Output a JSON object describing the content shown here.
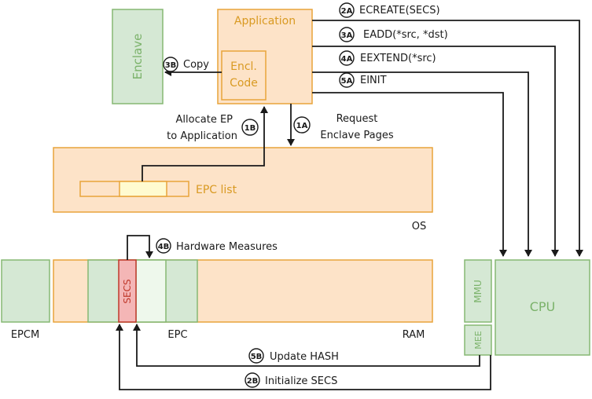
{
  "labels": {
    "application": "Application",
    "enclave": "Enclave",
    "encl_code_1": "Encl.",
    "encl_code_2": "Code",
    "copy": "Copy",
    "allocate_1": "Allocate EP",
    "allocate_2": "to Application",
    "request_1": "Request",
    "request_2": "Enclave Pages",
    "epc_list": "EPC list",
    "os": "OS",
    "hardware_measures": "Hardware Measures",
    "secs": "SECS",
    "epcm": "EPCM",
    "epc": "EPC",
    "ram": "RAM",
    "mmu": "MMU",
    "mee": "MEE",
    "cpu": "CPU",
    "update_hash": "Update HASH",
    "initialize_secs": "Initialize SECS",
    "ecreate": "ECREATE(SECS)",
    "eadd": "EADD(*src, *dst)",
    "eextend": "EEXTEND(*src)",
    "einit": "EINIT"
  },
  "steps": {
    "s1a": "1A",
    "s1b": "1B",
    "s2a": "2A",
    "s2b": "2B",
    "s3a": "3A",
    "s3b": "3B",
    "s4a": "4A",
    "s4b": "4B",
    "s5a": "5A",
    "s5b": "5B"
  },
  "colors": {
    "orange_fill": "#fde3c8",
    "orange_stroke": "#e8a43a",
    "green_fill": "#d5e8d4",
    "green_stroke": "#86b873",
    "red_fill": "#f4b6b6",
    "red_stroke": "#c0392b",
    "yellow_fill": "#fffbd0",
    "light_green_fill": "#eef8ec"
  }
}
